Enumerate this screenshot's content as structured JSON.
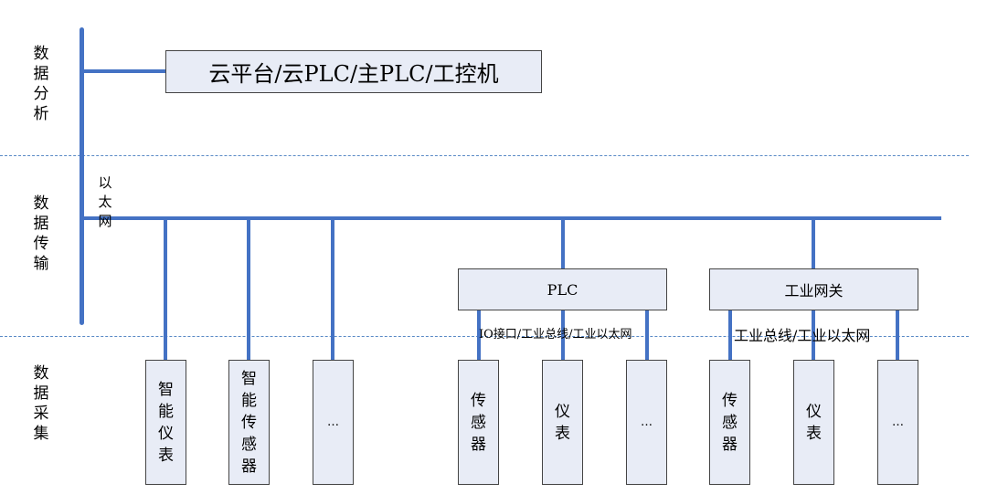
{
  "layers": {
    "analysis": [
      "数",
      "据",
      "分",
      "析"
    ],
    "transmission": [
      "数",
      "据",
      "传",
      "输"
    ],
    "collection": [
      "数",
      "据",
      "采",
      "集"
    ]
  },
  "backbone_label": [
    "以",
    "太",
    "网"
  ],
  "cloud_box": "云平台/云PLC/主PLC/工控机",
  "plc_box": "PLC",
  "gateway_box": "工业网关",
  "plc_bus_label": "IO接口/工业总线/工业以太网",
  "gateway_bus_label": "工业总线/工业以太网",
  "devices": {
    "smart_meter": [
      "智",
      "能",
      "仪",
      "表"
    ],
    "smart_sensor": [
      "智",
      "能",
      "传",
      "感",
      "器"
    ],
    "ellipsis_1": "…",
    "plc_sensor": [
      "传",
      "感",
      "器"
    ],
    "plc_meter": [
      "仪",
      "表"
    ],
    "plc_ellipsis": "…",
    "gw_sensor": [
      "传",
      "感",
      "器"
    ],
    "gw_meter": [
      "仪",
      "表"
    ],
    "gw_ellipsis": "…"
  },
  "colors": {
    "line": "#4472c4",
    "box_fill": "#e8ecf6",
    "dash": "#5a8ac6"
  }
}
